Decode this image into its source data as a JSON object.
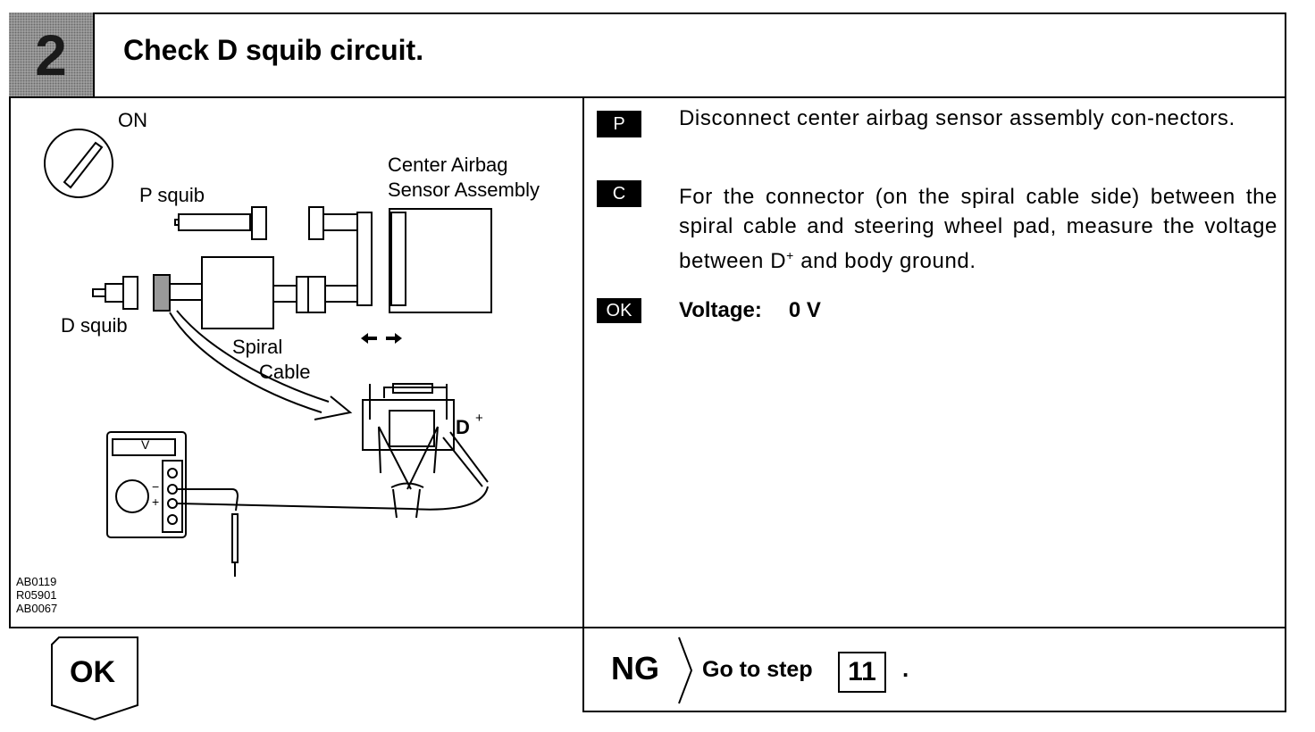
{
  "header": {
    "step_number": "2",
    "title": "Check D squib circuit."
  },
  "diagram": {
    "labels": {
      "on": "ON",
      "p_squib": "P squib",
      "d_squib": "D squib",
      "center_airbag_1": "Center Airbag",
      "center_airbag_2": "Sensor Assembly",
      "spiral": "Spiral",
      "cable": "Cable",
      "d_plus": "D",
      "plus_sign": "+",
      "meter_v": "V",
      "meter_minus": "−",
      "meter_plus": "+"
    },
    "codes": [
      "AB0119",
      "R05901",
      "AB0067"
    ],
    "icons": [
      "ignition-switch-icon",
      "voltmeter-icon",
      "connector-icon",
      "double-arrow-icon"
    ]
  },
  "instructions": [
    {
      "badge": "P",
      "text": "Disconnect center airbag sensor assembly con-nectors."
    },
    {
      "badge": "C",
      "text": "For the connector (on the spiral cable side) between the spiral cable and steering wheel pad, measure the voltage between D",
      "sup": "+",
      "text_after": " and body ground."
    }
  ],
  "spec": {
    "badge": "OK",
    "label": "Voltage:",
    "value": "0 V"
  },
  "results": {
    "ok_label": "OK",
    "ng_label": "NG",
    "goto_text": "Go to step",
    "goto_step": "11",
    "period": "."
  }
}
